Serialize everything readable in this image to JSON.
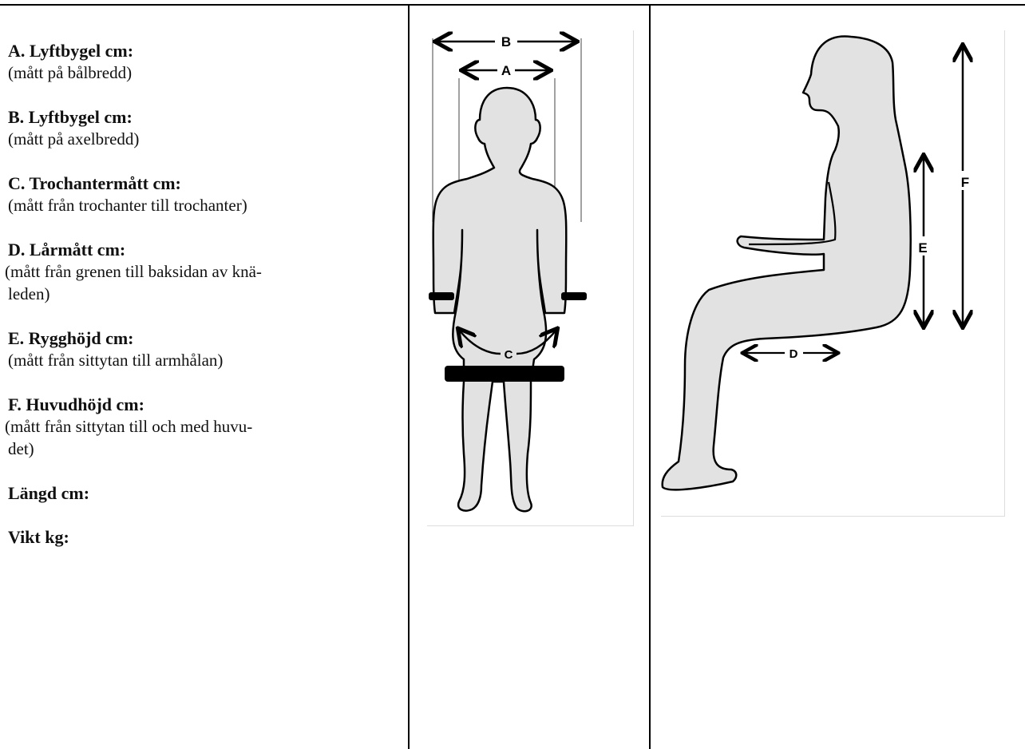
{
  "measurements": [
    {
      "label": "A. Lyftbygel cm:",
      "desc": "(mått på bålbredd)"
    },
    {
      "label": "B. Lyftbygel cm:",
      "desc": "(mått på axelbredd)"
    },
    {
      "label": "C. Trochantermått cm:",
      "desc": "(mått från trochanter till trochanter)"
    },
    {
      "label": "D. Lårmått cm:",
      "desc_line1": "(mått från grenen till baksidan av knä-",
      "desc_line2": "leden)"
    },
    {
      "label": "E. Rygghöjd cm:",
      "desc": "(mått från sittytan till armhålan)"
    },
    {
      "label": "F. Huvudhöjd cm:",
      "desc_line1": "(mått från sittytan till och med huvu-",
      "desc_line2": "det)"
    }
  ],
  "extra": {
    "length": "Längd cm:",
    "weight": "Vikt kg:"
  },
  "figure_labels": {
    "a": "A",
    "b": "B",
    "c": "C",
    "d": "D",
    "e": "E",
    "f": "F"
  }
}
